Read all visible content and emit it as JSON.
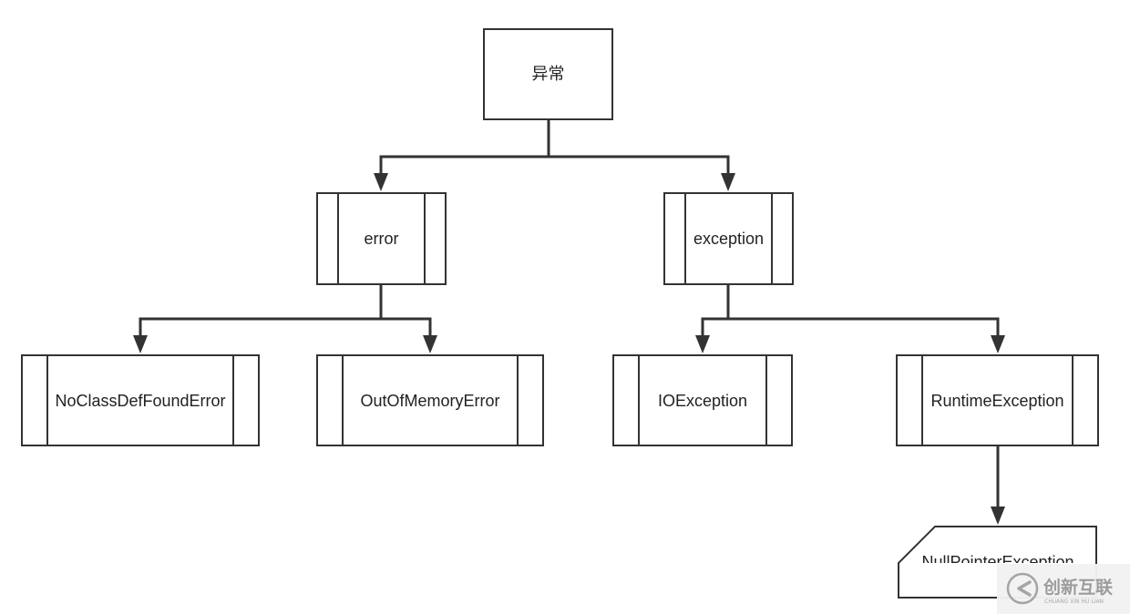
{
  "diagram": {
    "colors": {
      "stroke": "#333333",
      "text": "#222222",
      "background": "#ffffff"
    },
    "nodes": {
      "root": {
        "label": "异常",
        "shape": "rectangle"
      },
      "error": {
        "label": "error",
        "shape": "process"
      },
      "exception": {
        "label": "exception",
        "shape": "process"
      },
      "no_class_def": {
        "label": "NoClassDefFoundError",
        "shape": "process"
      },
      "out_of_memory": {
        "label": "OutOfMemoryError",
        "shape": "process"
      },
      "io_exception": {
        "label": "IOException",
        "shape": "process"
      },
      "runtime_exception": {
        "label": "RuntimeException",
        "shape": "process"
      },
      "null_pointer": {
        "label": "NullPointerException",
        "shape": "card"
      }
    },
    "edges": [
      {
        "from": "root",
        "to": "error"
      },
      {
        "from": "root",
        "to": "exception"
      },
      {
        "from": "error",
        "to": "no_class_def"
      },
      {
        "from": "error",
        "to": "out_of_memory"
      },
      {
        "from": "exception",
        "to": "io_exception"
      },
      {
        "from": "exception",
        "to": "runtime_exception"
      },
      {
        "from": "runtime_exception",
        "to": "null_pointer"
      }
    ]
  },
  "watermark": {
    "name": "创新互联",
    "subtitle": "CHUANG XIN HU LIAN",
    "icon": "logo-icon"
  }
}
